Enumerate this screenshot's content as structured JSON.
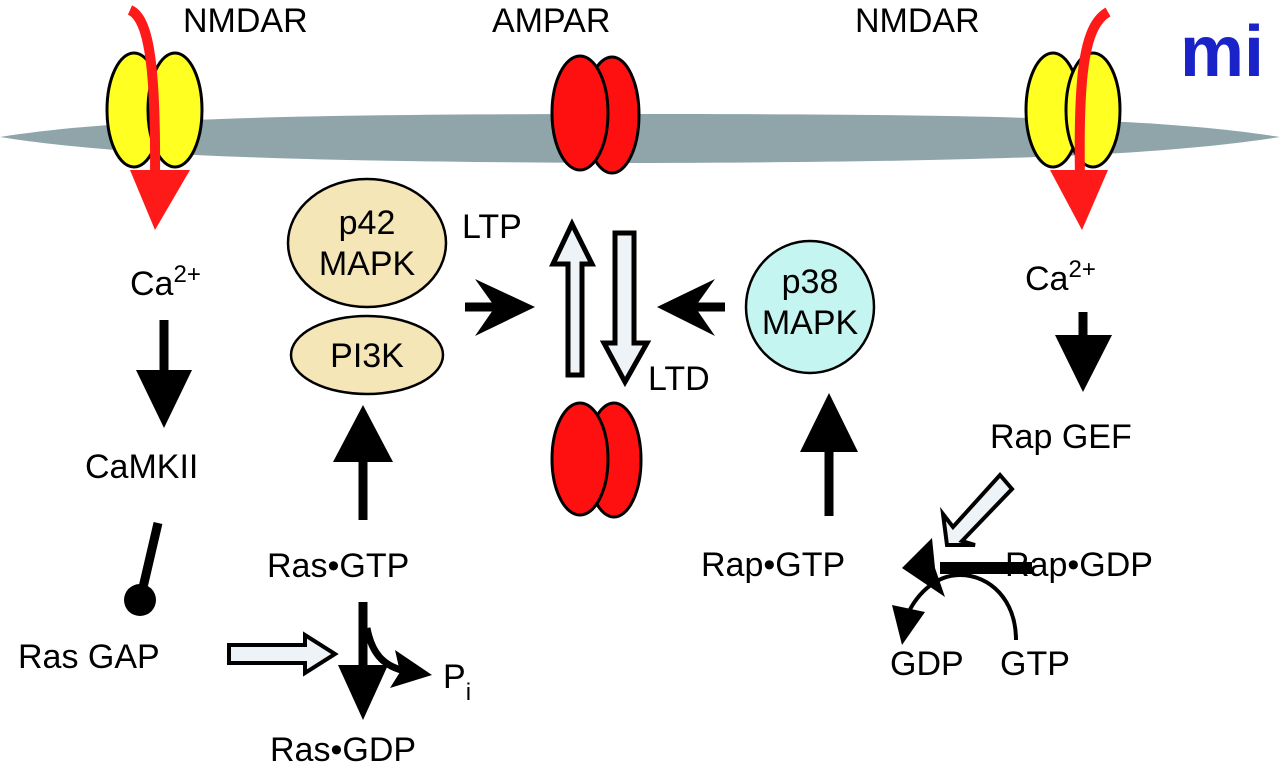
{
  "colors": {
    "membrane": "#8fa5aa",
    "nmdar_fill": "#ffff22",
    "ampar_fill": "#ff1010",
    "calcium_arrow": "#ff1a1a",
    "p42_fill": "#f5e6b8",
    "pi3k_fill": "#f5e6b8",
    "p38_fill": "#c4f5f0",
    "open_arrow_fill": "#eef3f8",
    "logo": "#1a23c8"
  },
  "receptors": {
    "nmdar_left": "NMDAR",
    "ampar": "AMPAR",
    "nmdar_right": "NMDAR"
  },
  "logo_text": "mi",
  "left_pathway": {
    "ca_base": "Ca",
    "ca_sup": "2+",
    "camkii": "CaMKII",
    "ras_gap": "Ras GAP"
  },
  "ras_pathway": {
    "ras_gtp": "Ras•GTP",
    "ras_gdp": "Ras•GDP",
    "pi_base": "P",
    "pi_sub": "i",
    "p42_line1": "p42",
    "p42_line2": "MAPK",
    "pi3k": "PI3K"
  },
  "center": {
    "ltp": "LTP",
    "ltd": "LTD"
  },
  "right_pathway": {
    "ca_base": "Ca",
    "ca_sup": "2+",
    "rap_gef": "Rap GEF",
    "rap_gtp": "Rap•GTP",
    "rap_gdp": "Rap•GDP",
    "gdp": "GDP",
    "gtp": "GTP",
    "p38_line1": "p38",
    "p38_line2": "MAPK"
  }
}
